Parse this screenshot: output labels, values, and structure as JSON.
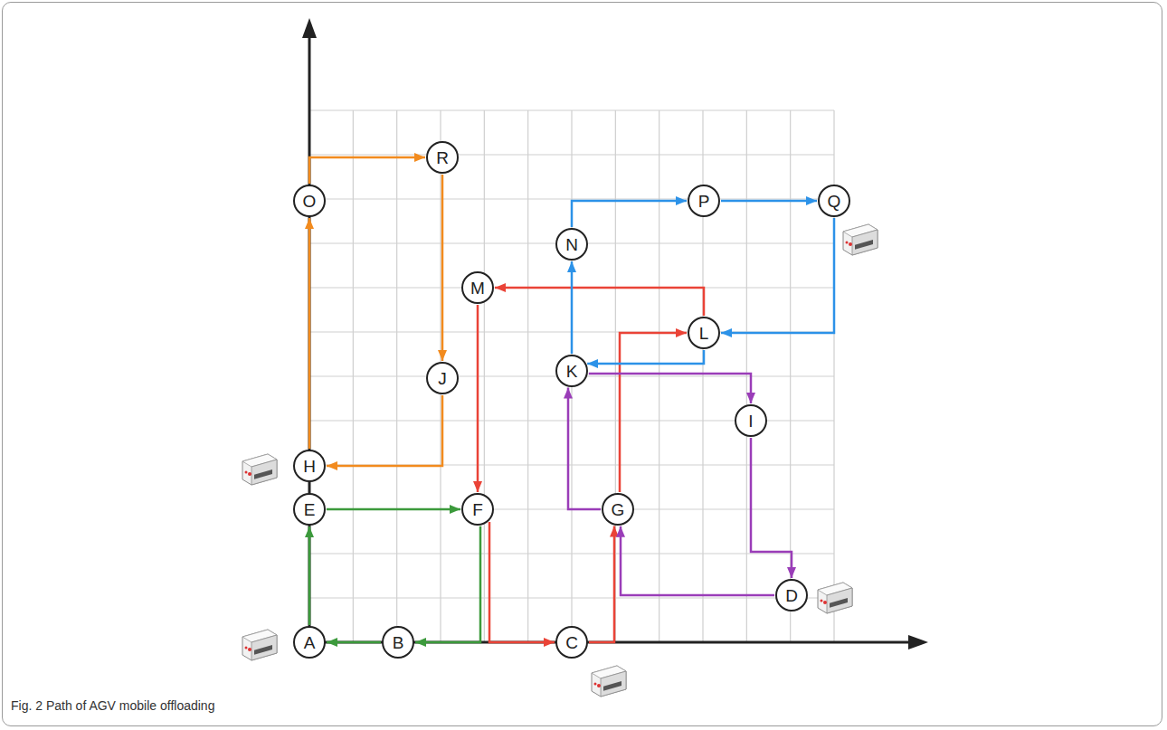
{
  "diagram": {
    "caption": "Fig. 2 Path of AGV mobile offloading",
    "nodes": [
      {
        "text": [
          "A"
        ]
      },
      {
        "text": [
          "B"
        ]
      },
      {
        "text": [
          "C"
        ]
      },
      {
        "text": [
          "D"
        ]
      },
      {
        "text": [
          "E"
        ]
      },
      {
        "text": [
          "F"
        ]
      },
      {
        "text": [
          "G"
        ]
      },
      {
        "text": [
          "H"
        ]
      },
      {
        "text": [
          "I"
        ]
      },
      {
        "text": [
          "J"
        ]
      },
      {
        "text": [
          "K"
        ]
      },
      {
        "text": [
          "L"
        ]
      },
      {
        "text": [
          "M"
        ]
      },
      {
        "text": [
          "N"
        ]
      },
      {
        "text": [
          "O"
        ]
      },
      {
        "text": [
          "P"
        ]
      },
      {
        "text": [
          "Q"
        ]
      },
      {
        "text": [
          "R"
        ]
      }
    ],
    "edges": [
      {
        "from": 0,
        "to": 4,
        "arrow": "to"
      },
      {
        "from": 4,
        "to": 5,
        "arrow": "to"
      },
      {
        "from": 5,
        "to": 1,
        "arrow": "to"
      },
      {
        "from": 1,
        "to": 0,
        "arrow": "to"
      },
      {
        "from": 7,
        "to": 14,
        "arrow": "to"
      },
      {
        "from": 14,
        "to": 17,
        "arrow": "to"
      },
      {
        "from": 17,
        "to": 9,
        "arrow": "to"
      },
      {
        "from": 9,
        "to": 7,
        "arrow": "to"
      },
      {
        "from": 12,
        "to": 5,
        "arrow": "to"
      },
      {
        "from": 5,
        "to": 2,
        "arrow": "to"
      },
      {
        "from": 2,
        "to": 6,
        "arrow": "to"
      },
      {
        "from": 6,
        "to": 11,
        "arrow": "to"
      },
      {
        "from": 11,
        "to": 12,
        "arrow": "to"
      },
      {
        "from": 3,
        "to": 6,
        "arrow": "to"
      },
      {
        "from": 6,
        "to": 10,
        "arrow": "to"
      },
      {
        "from": 10,
        "to": 8,
        "arrow": "to"
      },
      {
        "from": 8,
        "to": 3,
        "arrow": "to"
      },
      {
        "from": 16,
        "to": 11,
        "arrow": "to"
      },
      {
        "from": 11,
        "to": 10,
        "arrow": "to"
      },
      {
        "from": 10,
        "to": 13,
        "arrow": "to"
      },
      {
        "from": 13,
        "to": 15,
        "arrow": "to"
      },
      {
        "from": 15,
        "to": 16,
        "arrow": "to"
      }
    ]
  }
}
